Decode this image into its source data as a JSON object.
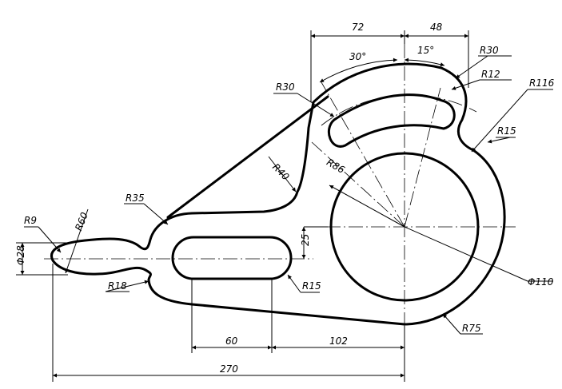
{
  "dimensions": {
    "d72": "72",
    "d48": "48",
    "a30deg": "30°",
    "a15deg": "15°",
    "r30_top": "R30",
    "r12": "R12",
    "r116": "R116",
    "r30_left": "R30",
    "r15_right": "R15",
    "r40": "R40",
    "r86": "R86",
    "r35": "R35",
    "r9": "R9",
    "r60": "R60",
    "phi28": "Φ28",
    "r18": "R18",
    "d25": "25",
    "r15_slot": "R15",
    "phi110": "Φ110",
    "r75": "R75",
    "d60": "60",
    "d102": "102",
    "d270": "270"
  },
  "colors": {
    "ink": "#000000",
    "paper": "#ffffff"
  }
}
